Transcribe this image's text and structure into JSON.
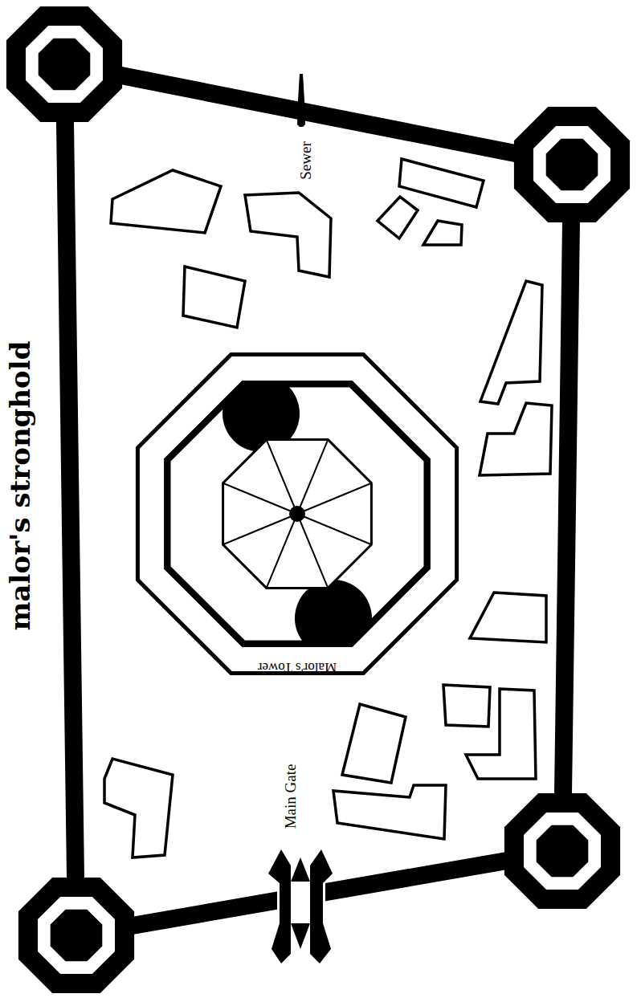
{
  "diagram": {
    "title": "malor's stronghold",
    "nodes": [
      {
        "text": [
          "Malor's Tower"
        ]
      }
    ],
    "labels": [
      "Sewer",
      "Main Gate"
    ]
  }
}
